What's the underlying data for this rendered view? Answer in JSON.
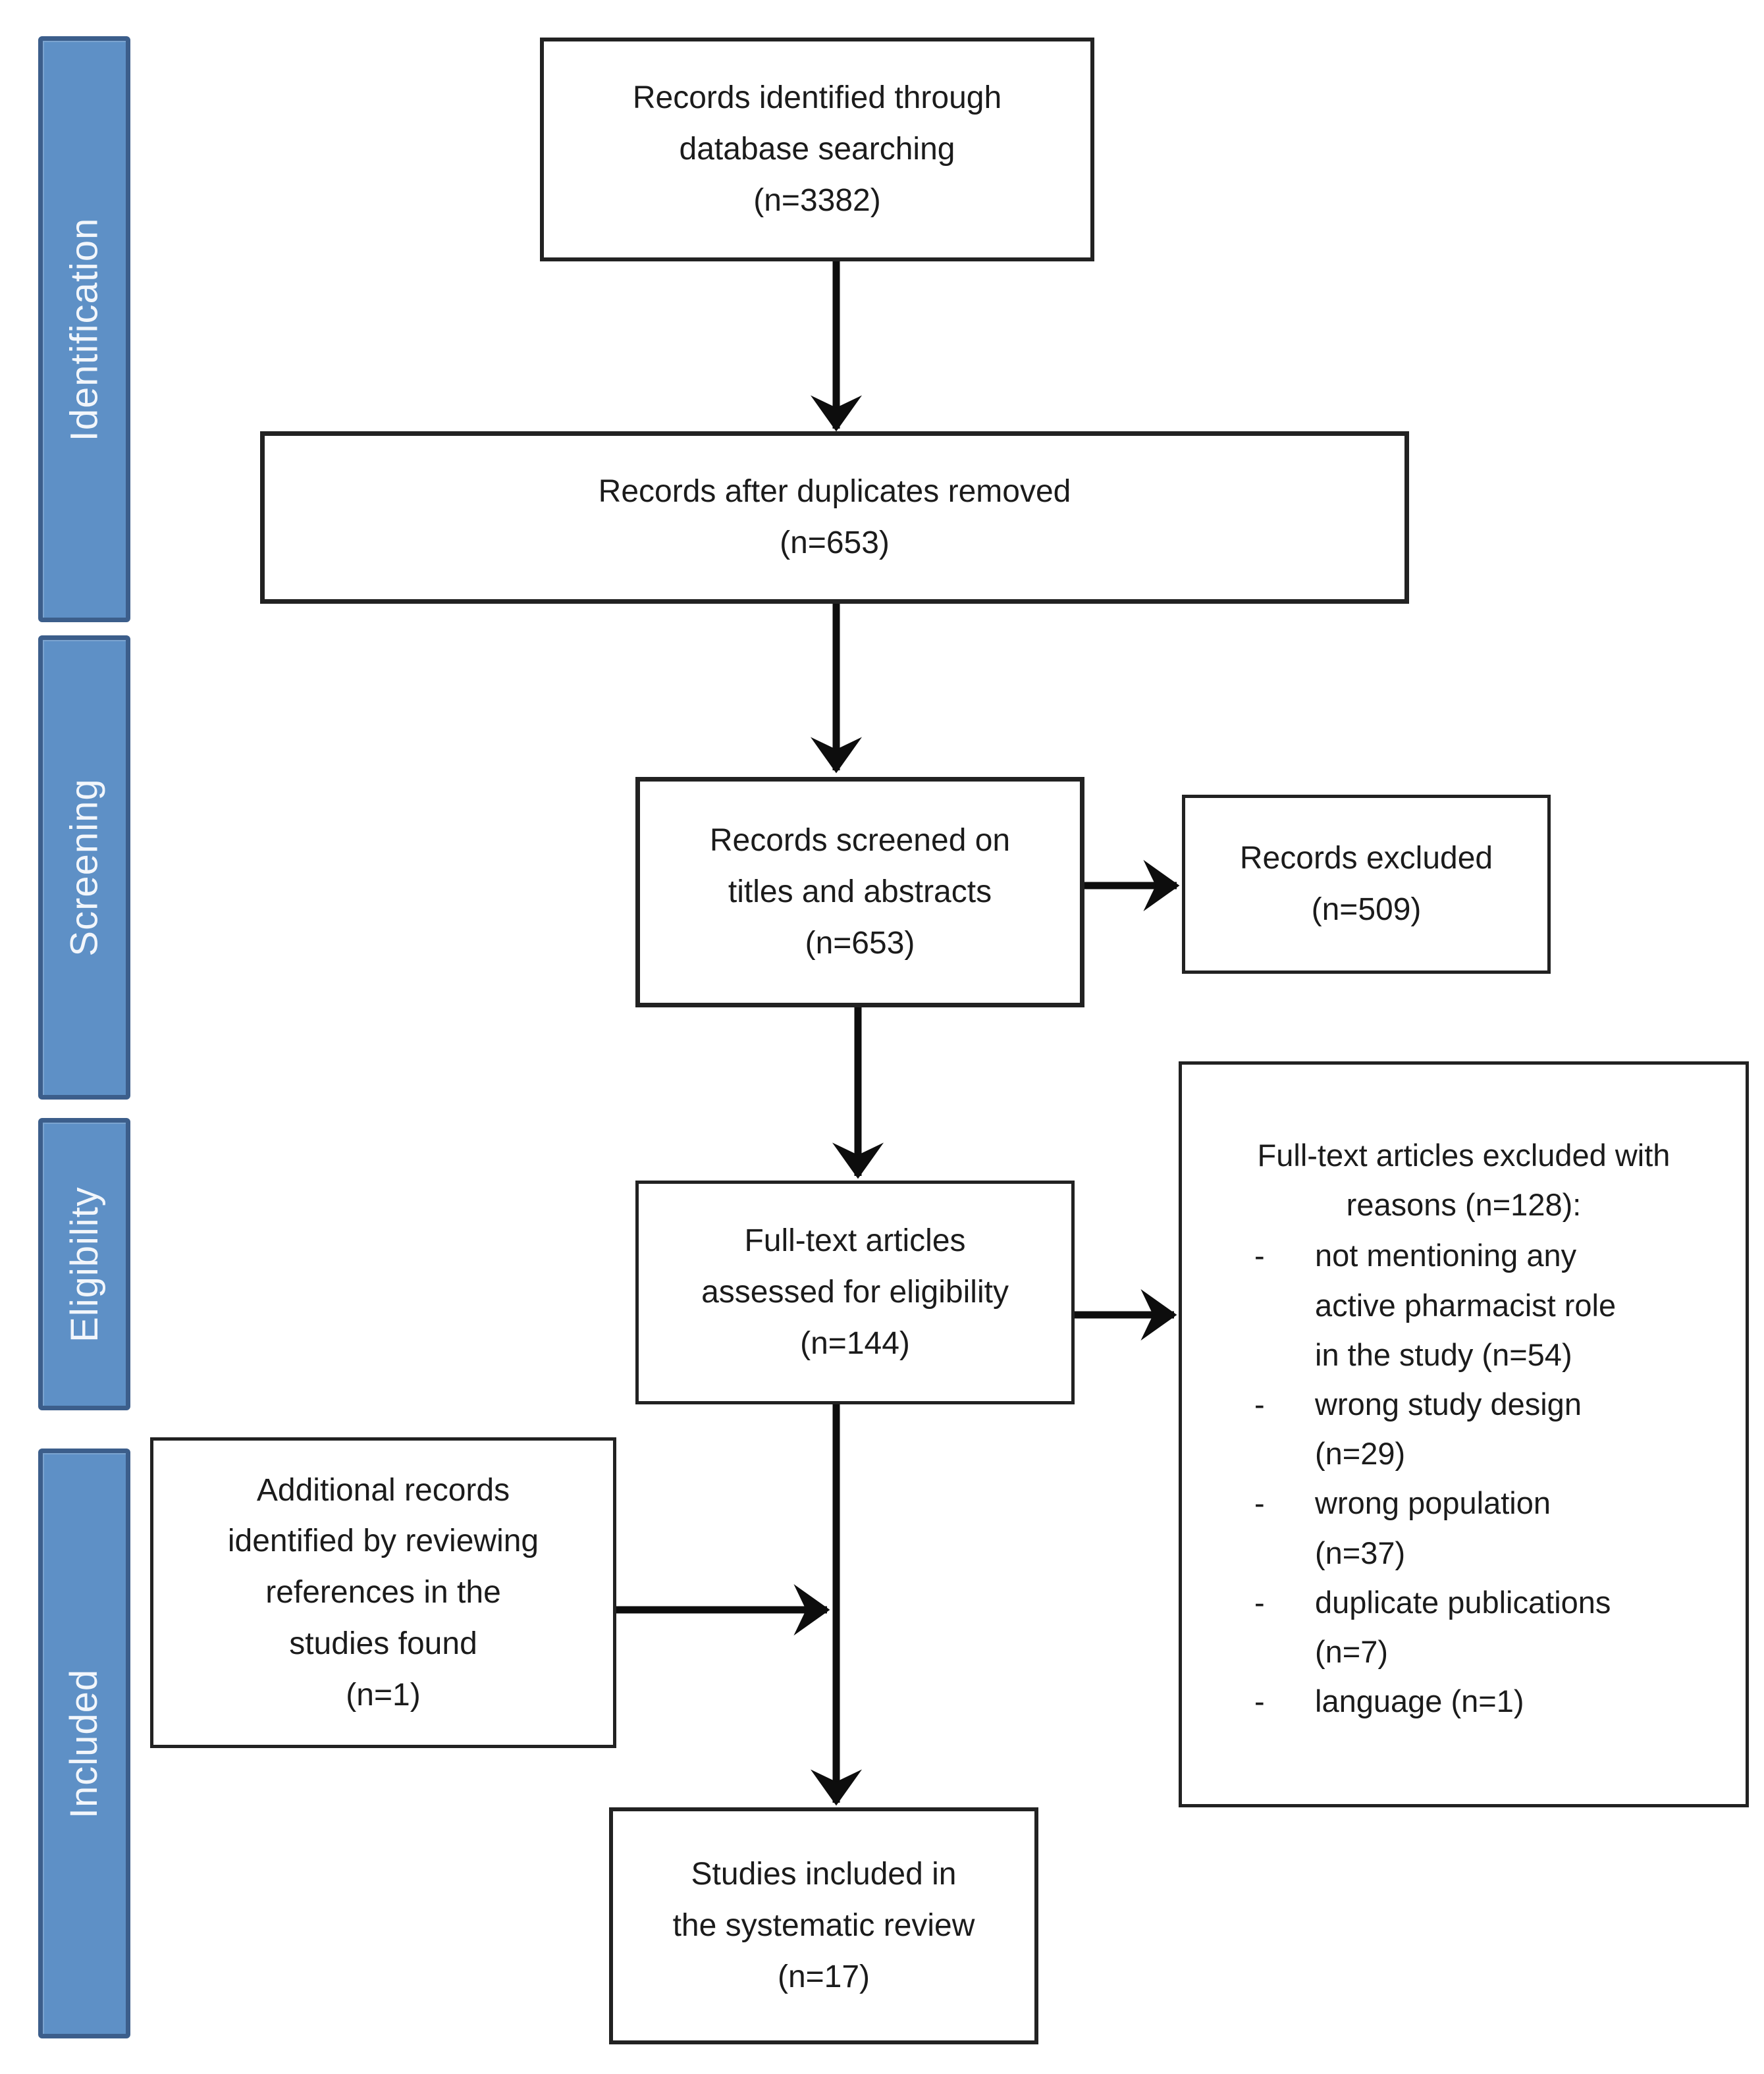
{
  "stages": [
    {
      "label": "Identification"
    },
    {
      "label": "Screening"
    },
    {
      "label": "Eligibility"
    },
    {
      "label": "Included"
    }
  ],
  "boxes": {
    "identified": {
      "text": "Records identified through\ndatabase searching\n(n=3382)"
    },
    "duplicates_removed": {
      "text": "Records after duplicates removed\n(n=653)"
    },
    "screened": {
      "text": "Records screened on\ntitles and abstracts\n(n=653)"
    },
    "records_excluded": {
      "text": "Records excluded\n(n=509)"
    },
    "fulltext_assessed": {
      "text": "Full-text articles\nassessed for eligibility\n(n=144)"
    },
    "fulltext_excluded": {
      "header": "Full-text articles excluded with\nreasons (n=128):",
      "bullet": "-",
      "reasons": [
        "not mentioning any\nactive pharmacist role\nin the study (n=54)",
        "wrong study design\n(n=29)",
        "wrong population\n(n=37)",
        "duplicate publications\n(n=7)",
        "language (n=1)"
      ]
    },
    "additional_records": {
      "text": "Additional records\nidentified by reviewing\nreferences in the\nstudies found\n(n=1)"
    },
    "included_studies": {
      "text": "Studies included in\nthe systematic review\n(n=17)"
    }
  },
  "colors": {
    "stage_fill": "#5E90C6",
    "stage_border": "#3C5E8B",
    "stage_text": "#F2F6FB",
    "box_border": "#222222",
    "box_text": "#1B1B1B",
    "arrow": "#0D0D0D",
    "background": "#FFFFFF"
  }
}
